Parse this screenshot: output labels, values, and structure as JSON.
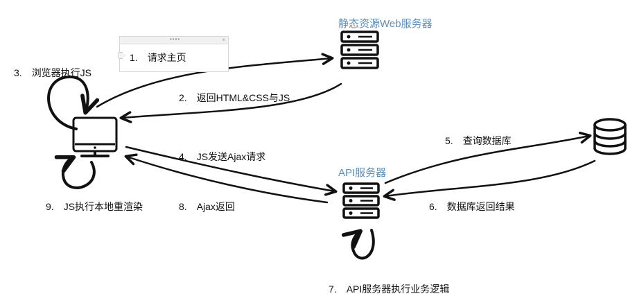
{
  "colors": {
    "accent": "#5a8fbf",
    "ink": "#111111"
  },
  "nodes": {
    "static_server_title": "静态资源Web服务器",
    "api_server_title": "API服务器"
  },
  "note": {
    "num": "1.",
    "text": "请求主页",
    "grip": "••••",
    "close": "×"
  },
  "steps": [
    {
      "num": "2.",
      "text": "返回HTML&CSS与JS"
    },
    {
      "num": "3.",
      "text": "浏览器执行JS"
    },
    {
      "num": "4.",
      "text": "JS发送Ajax请求"
    },
    {
      "num": "5.",
      "text": "查询数据库"
    },
    {
      "num": "6.",
      "text": "数据库返回结果"
    },
    {
      "num": "7.",
      "text": "API服务器执行业务逻辑"
    },
    {
      "num": "8.",
      "text": "Ajax返回"
    },
    {
      "num": "9.",
      "text": "JS执行本地重渲染"
    }
  ],
  "icons": [
    "monitor-icon",
    "server-icon",
    "database-icon"
  ]
}
